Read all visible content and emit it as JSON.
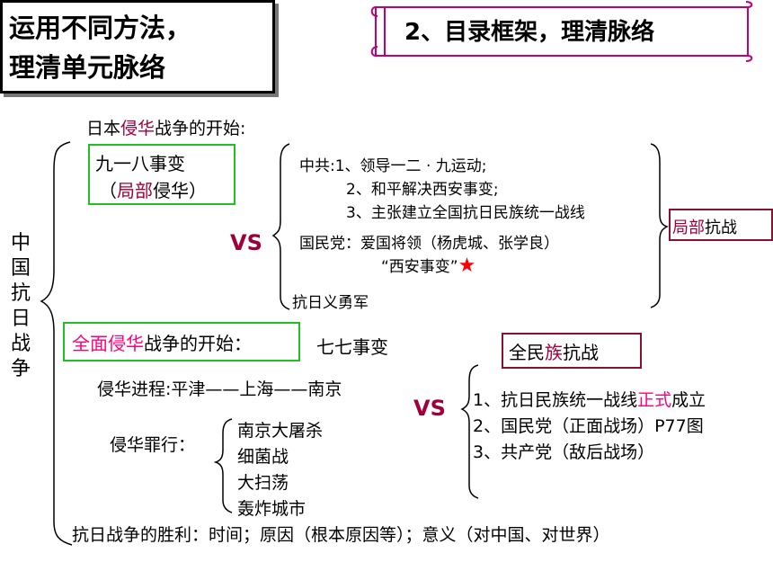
{
  "header": {
    "title_line1": "运用不同方法，",
    "title_line2": "理清单元脉络",
    "scroll_title": "2、目录框架，理清脉络"
  },
  "sidebar": {
    "vertical_chars": [
      "中",
      "国",
      "抗",
      "日",
      "战",
      "争"
    ]
  },
  "part1": {
    "intro_pre": "日本",
    "intro_red": "侵华",
    "intro_post": "战争的开始:",
    "box_line1": "九一八事变",
    "box_line2_open": "（",
    "box_line2_red": "局部",
    "box_line2_rest": "侵华）",
    "vs": "VS",
    "ccp_line1": "中共:1、领导一二 · 九运动;",
    "ccp_line2": "2、和平解决西安事变;",
    "ccp_line3": "3、主张建立全国抗日民族统一战线",
    "kmt_line1": "国民党：爱国将领（杨虎城、张学良）",
    "kmt_line2": "“西安事变”",
    "star": "★",
    "army": "抗日义勇军",
    "result_red": "局部",
    "result_rest": "抗战"
  },
  "part2": {
    "box_pink": "全面侵华",
    "box_rest": "战争的开始：",
    "event": "七七事变",
    "progress": "侵华进程:平津——上海——南京",
    "crimes_label": "侵华罪行：",
    "crimes": [
      "南京大屠杀",
      "细菌战",
      "大扫荡",
      "轰炸城市"
    ],
    "vs": "VS",
    "result_pre": "全民",
    "result_red": "族",
    "result_rest": "抗战",
    "points_1_pre": "1、抗日民族统一战线",
    "points_1_red": "正式",
    "points_1_post": "成立",
    "points_2": "2、国民党（正面战场）P77图",
    "points_3": "3、共产党（敌后战场）"
  },
  "footer": {
    "victory": "抗日战争的胜利：时间；原因（根本原因等）；意义（对中国、对世界）"
  }
}
